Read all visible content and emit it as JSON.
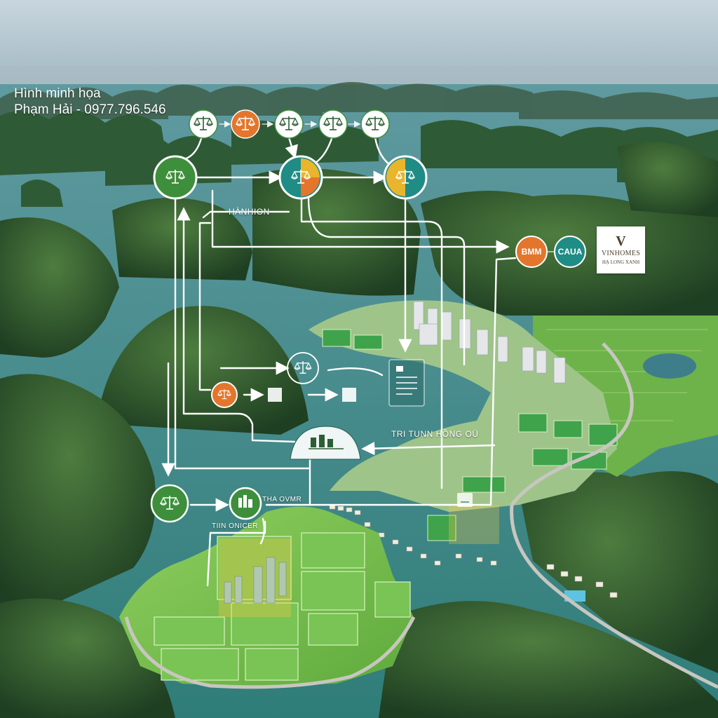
{
  "watermark": {
    "line1": "Hình minh họa",
    "line2": "Phạm Hải - 0977.796.546"
  },
  "labels": {
    "hanh_hon": "HÀNHION",
    "tri_tunn": "TRI TUNN HỒNG OÙ",
    "tha_ovmr": "THA OVMR",
    "tiin_onicer": "TIIN ONICER"
  },
  "badges": {
    "bmm": "BMM",
    "caua": "CAUA"
  },
  "brand": {
    "mark": "V",
    "name": "VINHOMES",
    "tagline": "HẠ LONG XANH"
  },
  "icons": {
    "justice": "balance-scale-icon",
    "document": "document-icon",
    "building": "building-icon"
  },
  "colors": {
    "green": "#3e8f3b",
    "orange": "#e3762c",
    "teal": "#1f8c86",
    "yellow": "#e8b52c",
    "line": "#ffffff"
  }
}
